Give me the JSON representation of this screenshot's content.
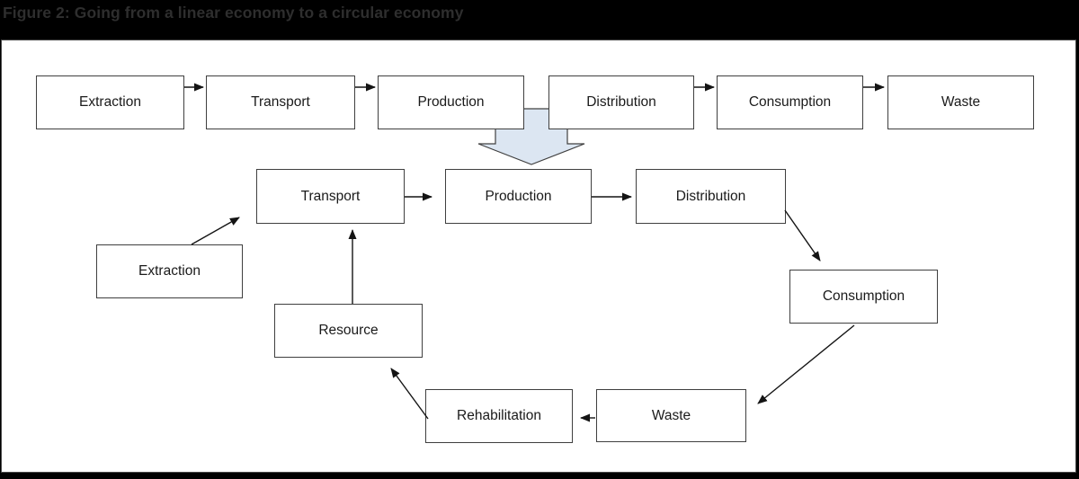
{
  "header": {
    "title": "Figure 2: Going from a linear economy to a circular economy"
  },
  "transition_arrow": {
    "icon": "big-down-arrow",
    "fill": "#dce6f2",
    "stroke": "#404040"
  },
  "linear_economy": {
    "nodes": [
      {
        "label": "Extraction"
      },
      {
        "label": "Transport"
      },
      {
        "label": "Production"
      },
      {
        "label": "Distribution"
      },
      {
        "label": "Consumption"
      },
      {
        "label": "Waste"
      }
    ],
    "edges": [
      "Extraction → Transport",
      "Transport → Production",
      "Distribution → Consumption",
      "Consumption → Waste"
    ]
  },
  "circular_economy": {
    "nodes": [
      {
        "label": "Transport"
      },
      {
        "label": "Production"
      },
      {
        "label": "Distribution"
      },
      {
        "label": "Consumption"
      },
      {
        "label": "Waste"
      },
      {
        "label": "Rehabilitation"
      },
      {
        "label": "Resource"
      },
      {
        "label": "Extraction"
      }
    ],
    "edges": [
      "Extraction → Transport",
      "Resource → Transport",
      "Transport → Production",
      "Production → Distribution",
      "Distribution → Consumption",
      "Consumption → Waste",
      "Waste → Rehabilitation",
      "Rehabilitation → Resource"
    ]
  }
}
